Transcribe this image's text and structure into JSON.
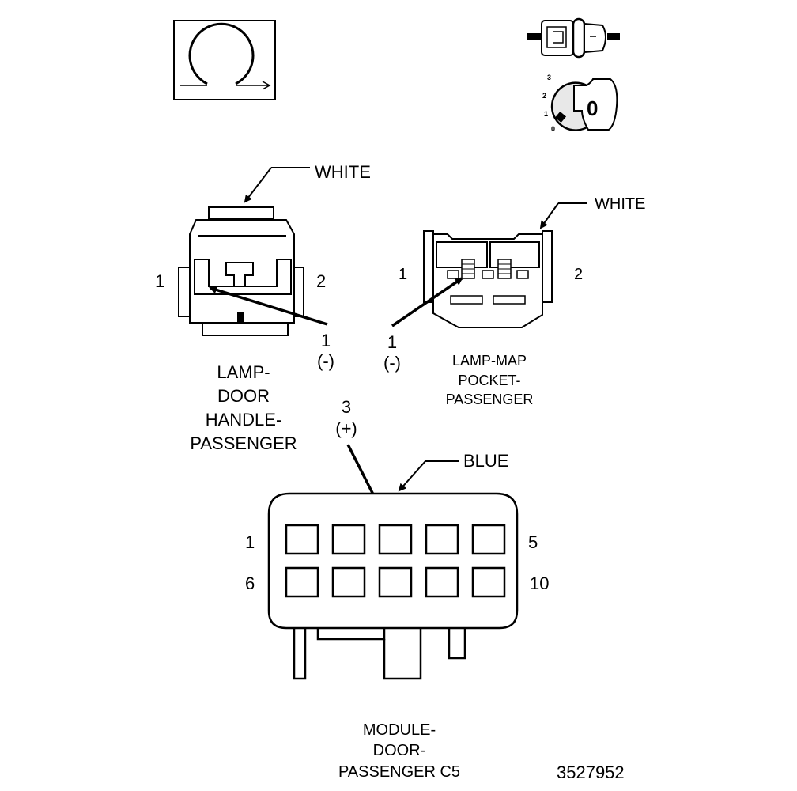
{
  "icons": {
    "circular_arrow": "circular-arrow-icon",
    "bulb_connector": "bulb-connector-icon",
    "key_switch": "ignition-key-icon",
    "key_positions": [
      "3",
      "2",
      "1",
      "0"
    ],
    "key_letter": "0"
  },
  "door_handle": {
    "color_label": "WHITE",
    "pin_left": "1",
    "pin_right": "2",
    "title_lines": [
      "LAMP-",
      "DOOR",
      "HANDLE-",
      "PASSENGER"
    ]
  },
  "map_pocket": {
    "color_label": "WHITE",
    "pin_left": "1",
    "pin_right": "2",
    "title_lines": [
      "LAMP-MAP",
      "POCKET-",
      "PASSENGER"
    ]
  },
  "callouts": {
    "handle_pin": "1",
    "handle_polarity": "(-)",
    "map_pin": "1",
    "map_polarity": "(-)",
    "module_pin": "3",
    "module_polarity": "(+)"
  },
  "module": {
    "color_label": "BLUE",
    "pin_top_left": "1",
    "pin_top_right": "5",
    "pin_bottom_left": "6",
    "pin_bottom_right": "10",
    "title_lines": [
      "MODULE-",
      "DOOR-",
      "PASSENGER C5"
    ]
  },
  "figure_number": "3527952"
}
